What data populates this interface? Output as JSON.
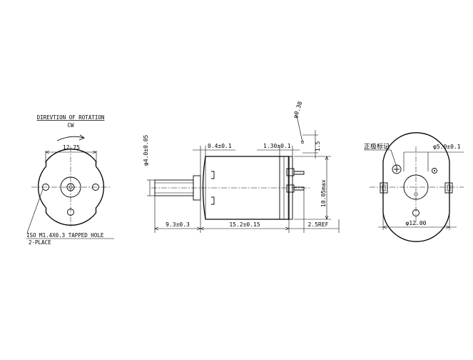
{
  "labels": {
    "rotation_title": "DIREVTION OF ROTATION",
    "rotation_dir": "CW",
    "front_width": "12.75",
    "tapped_hole": "ISO M1.4X0.3 TAPPED HOLE",
    "tapped_place": "2-PLACE",
    "shaft_diameter": "φ4.0±0.05",
    "dim_04": "0.4±0.1",
    "dim_130": "1.30±0.1",
    "terminal_hole": "φ0.30",
    "dim_15": "1.5",
    "height_max": "10.05max",
    "dim_shaft_len": "9.3±0.3",
    "dim_body_len": "15.2±0.15",
    "dim_ref": "2.5REF",
    "polarity": "正极标记",
    "rear_boss": "φ5.0±0.1",
    "rear_diameter": "φ12.00"
  }
}
